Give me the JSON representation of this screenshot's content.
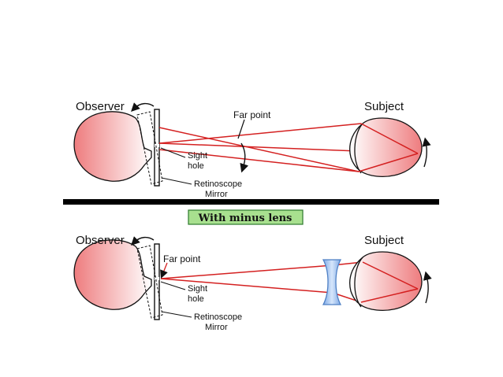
{
  "top": {
    "observer_label": "Observer",
    "subject_label": "Subject",
    "far_point_label": "Far point",
    "sight_hole_label": [
      "Sight",
      "hole"
    ],
    "retinoscope_label": [
      "Retinoscope",
      "Mirror"
    ]
  },
  "banner": {
    "text": "With minus lens"
  },
  "bottom": {
    "observer_label": "Observer",
    "subject_label": "Subject",
    "far_point_label": "Far point",
    "sight_hole_label": [
      "Sight",
      "hole"
    ],
    "retinoscope_label": [
      "Retinoscope",
      "Mirror"
    ]
  },
  "colors": {
    "ray": "#d42020",
    "eye_fill_light": "#ffffff",
    "eye_fill_dark": "#ee7c7e",
    "divider": "#000000",
    "banner_fill": "#a8e08f",
    "banner_border": "#2d7a2d",
    "lens_fill": "#a9c9f2",
    "lens_stroke": "#4d7fc4"
  }
}
